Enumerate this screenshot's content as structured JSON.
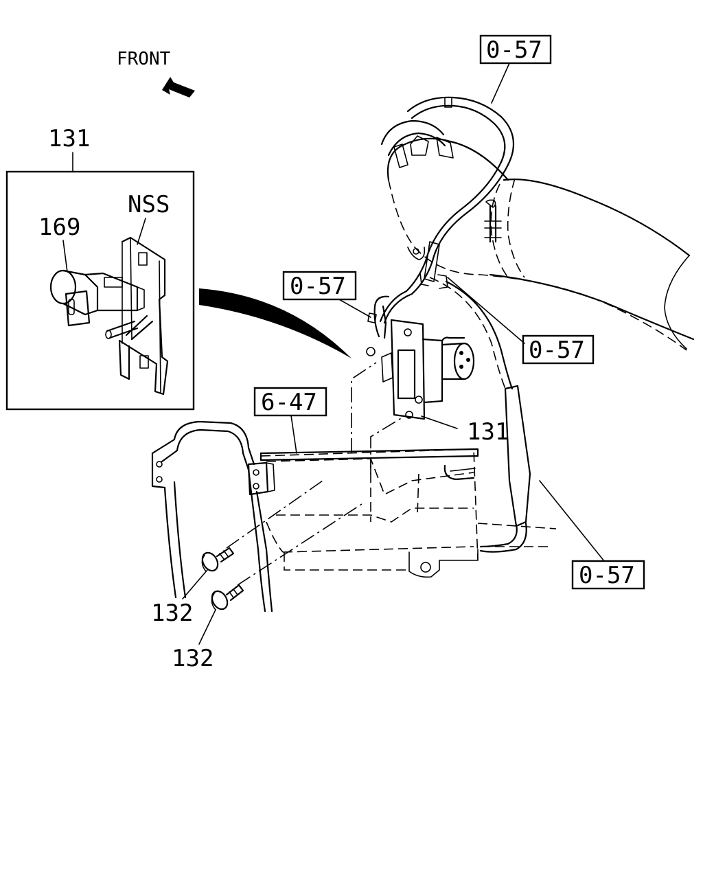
{
  "front_label": "FRONT",
  "callouts": {
    "part_131_inset": "131",
    "part_169": "169",
    "nss": "NSS",
    "ref_0_57_top": "0-57",
    "ref_0_57_mid_left": "0-57",
    "ref_0_57_mid_right": "0-57",
    "ref_6_47": "6-47",
    "part_131_main": "131",
    "ref_0_57_bottom": "0-57",
    "part_132_upper": "132",
    "part_132_lower": "132"
  },
  "icons": {
    "front_arrow": "arrow-up-left-icon",
    "pointer_wedge": "pointer-wedge-icon"
  }
}
